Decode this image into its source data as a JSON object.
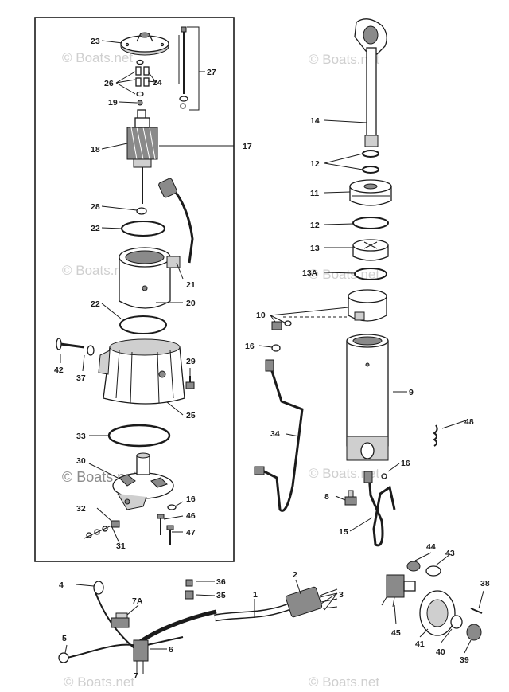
{
  "watermark": "© Boats.net",
  "labels": {
    "l1": "1",
    "l2": "2",
    "l3": "3",
    "l4": "4",
    "l5": "5",
    "l6": "6",
    "l7": "7",
    "l7a": "7A",
    "l8": "8",
    "l9": "9",
    "l10": "10",
    "l11": "11",
    "l12a": "12",
    "l12b": "12",
    "l13": "13",
    "l13a": "13A",
    "l14": "14",
    "l15": "15",
    "l16a": "16",
    "l16b": "16",
    "l16c": "16",
    "l17": "17",
    "l18": "18",
    "l19": "19",
    "l20": "20",
    "l21": "21",
    "l22a": "22",
    "l22b": "22",
    "l23": "23",
    "l24": "24",
    "l25": "25",
    "l26": "26",
    "l27": "27",
    "l28": "28",
    "l29": "29",
    "l30": "30",
    "l31": "31",
    "l32": "32",
    "l33": "33",
    "l34": "34",
    "l35": "35",
    "l36": "36",
    "l37": "37",
    "l38": "38",
    "l39": "39",
    "l40": "40",
    "l41": "41",
    "l42": "42",
    "l43": "43",
    "l44": "44",
    "l45": "45",
    "l46": "46",
    "l47": "47",
    "l48": "48"
  }
}
